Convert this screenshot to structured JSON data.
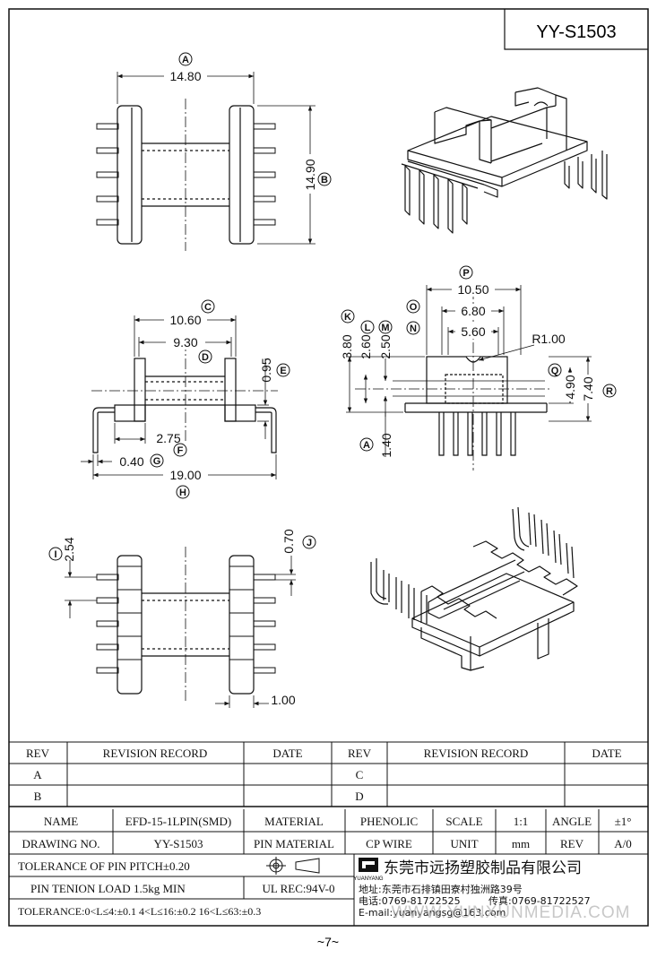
{
  "part_number": "YY-S1503",
  "page_number": "~7~",
  "watermark": "WWW.YUNXUNMEDIA.COM",
  "views": {
    "top": {
      "width_label": "A",
      "width": "14.80",
      "height_label": "B",
      "height": "14.90"
    },
    "side": {
      "c_label": "C",
      "c": "10.60",
      "d_label": "D",
      "d": "9.30",
      "e_label": "E",
      "e": "0.95",
      "f_label": "F",
      "f": "2.75",
      "g_label": "G",
      "g": "0.40",
      "h_label": "H",
      "h": "19.00"
    },
    "end": {
      "p_label": "P",
      "p": "10.50",
      "o_label": "O",
      "o": "6.80",
      "n_label": "N",
      "n": "5.60",
      "radius": "R1.00",
      "k_label": "K",
      "k": "3.80",
      "l_label": "L",
      "l": "2.60",
      "m_label": "M",
      "m": "2.50",
      "q_label": "Q",
      "q": "4.90",
      "r_label": "R",
      "r": "7.40",
      "a_label": "A",
      "a": "1.40"
    },
    "bottom": {
      "i_label": "I",
      "i": "2.54",
      "j_label": "J",
      "j": "0.70",
      "pitch": "1.00"
    }
  },
  "revision_table": {
    "headers": [
      "REV",
      "REVISION RECORD",
      "DATE",
      "REV",
      "REVISION RECORD",
      "DATE"
    ],
    "rows": [
      [
        "A",
        "",
        "",
        "C",
        "",
        ""
      ],
      [
        "B",
        "",
        "",
        "D",
        "",
        ""
      ]
    ]
  },
  "title_block": {
    "name_label": "NAME",
    "name": "EFD-15-1LPIN(SMD)",
    "material_label": "MATERIAL",
    "material": "PHENOLIC",
    "scale_label": "SCALE",
    "scale": "1:1",
    "angle_label": "ANGLE",
    "angle": "±1°",
    "drawing_no_label": "DRAWING NO.",
    "drawing_no": "YY-S1503",
    "pin_material_label": "PIN MATERIAL",
    "pin_material": "CP WIRE",
    "unit_label": "UNIT",
    "unit": "mm",
    "rev_label": "REV",
    "rev": "A/0",
    "tolerance_pitch": "TOLERANCE OF PIN PITCH±0.20",
    "pin_tension": "PIN TENION LOAD 1.5kg MIN",
    "ul_rec": "UL REC:94V-0",
    "tolerance_general": "TOLERANCE:0<L≤4:±0.1  4<L≤16:±0.2  16<L≤63:±0.3",
    "company_name": "东莞市远扬塑胶制品有限公司",
    "logo_text": "YUANYANG",
    "address": "地址:东莞市石排镇田寮村独洲路39号",
    "phone": "电话:0769-81722525",
    "fax": "传真:0769-81722527",
    "email": "E-mail:yuanyangsg@163.com"
  }
}
